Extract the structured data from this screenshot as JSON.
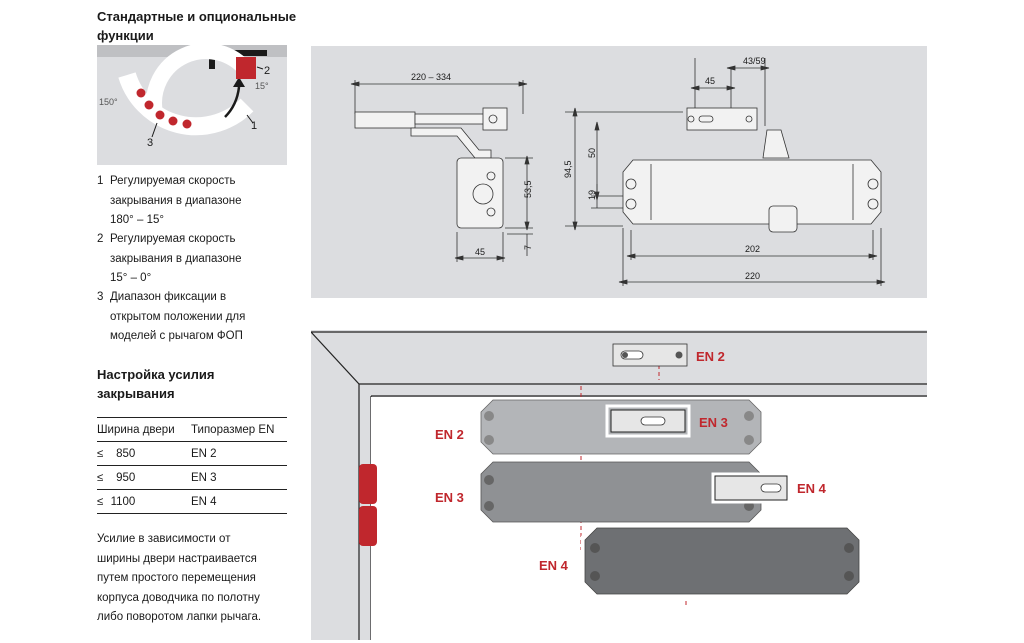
{
  "functions": {
    "heading_line1": "Стандартные и опциональные",
    "heading_line2": "функции",
    "diagram_labels": {
      "n1": "1",
      "n2": "2",
      "n3": "3",
      "a150": "150°",
      "a15": "15°"
    },
    "items": [
      {
        "number": "1",
        "lines": [
          "Регулируемая скорость",
          "закрывания в диапазоне",
          "180° – 15°"
        ]
      },
      {
        "number": "2",
        "lines": [
          "Регулируемая скорость",
          "закрывания в диапазоне",
          "15° – 0°"
        ]
      },
      {
        "number": "3",
        "lines": [
          "Диапазон фиксации в",
          "открытом положении для",
          "моделей с рычагом ФОП"
        ]
      }
    ]
  },
  "force": {
    "heading_line1": "Настройка усилия",
    "heading_line2": "закрывания",
    "table": {
      "headers": [
        "Ширина двери",
        "Типоразмер EN"
      ],
      "rows": [
        {
          "sign": "≤",
          "width": "850",
          "size": "EN 2"
        },
        {
          "sign": "≤",
          "width": "950",
          "size": "EN 3"
        },
        {
          "sign": "≤",
          "width": "1100",
          "size": "EN 4"
        }
      ]
    },
    "note_lines": [
      "Усилие в зависимости от",
      "ширины двери настраивается",
      "путем простого перемещения",
      "корпуса доводчика по полотну",
      "либо поворотом лапки рычага."
    ]
  },
  "dimensions": {
    "d220_334": "220 – 334",
    "d53_5": "53,5",
    "d45_side": "45",
    "d7": "7",
    "d43_59": "43/59",
    "d45_top": "45",
    "d94_5": "94,5",
    "d50": "50",
    "d19": "19",
    "d202": "202",
    "d220": "220"
  },
  "installation": {
    "en2_bracket": "EN 2",
    "en3_bracket": "EN 3",
    "en4_bracket": "EN 4",
    "en2_body": "EN 2",
    "en3_body": "EN 3",
    "en4_body": "EN 4"
  },
  "colors": {
    "accent_red": "#c0272d",
    "panel_gray": "#dcdde0",
    "text_dark": "#1a1a1a"
  }
}
